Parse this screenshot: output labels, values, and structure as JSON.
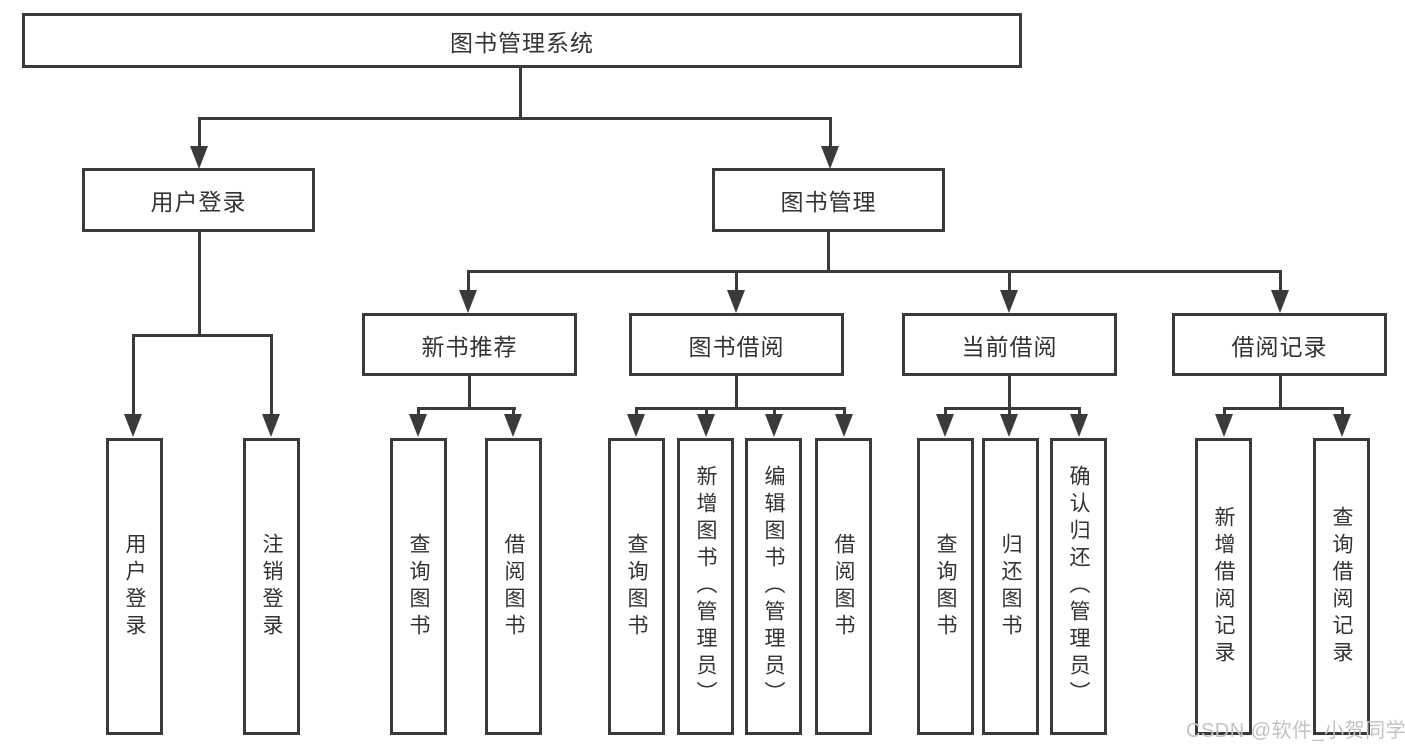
{
  "diagram": {
    "root": {
      "label": "图书管理系统",
      "children": [
        {
          "label": "用户登录",
          "children": [
            {
              "label": "用户登录"
            },
            {
              "label": "注销登录"
            }
          ]
        },
        {
          "label": "图书管理",
          "children": [
            {
              "label": "新书推荐",
              "children": [
                {
                  "label": "查询图书"
                },
                {
                  "label": "借阅图书"
                }
              ]
            },
            {
              "label": "图书借阅",
              "children": [
                {
                  "label": "查询图书"
                },
                {
                  "label": "新增图书（管理员）"
                },
                {
                  "label": "编辑图书（管理员）"
                },
                {
                  "label": "借阅图书"
                }
              ]
            },
            {
              "label": "当前借阅",
              "children": [
                {
                  "label": "查询图书"
                },
                {
                  "label": "归还图书"
                },
                {
                  "label": "确认归还（管理员）"
                }
              ]
            },
            {
              "label": "借阅记录",
              "children": [
                {
                  "label": "新增借阅记录"
                },
                {
                  "label": "查询借阅记录"
                }
              ]
            }
          ]
        }
      ]
    }
  },
  "watermark": {
    "text": "CSDN @软件_小贺同学"
  },
  "colors": {
    "line": "#3a3a3a",
    "text": "#333333",
    "background": "#ffffff",
    "watermark": "#c5c2c2"
  }
}
